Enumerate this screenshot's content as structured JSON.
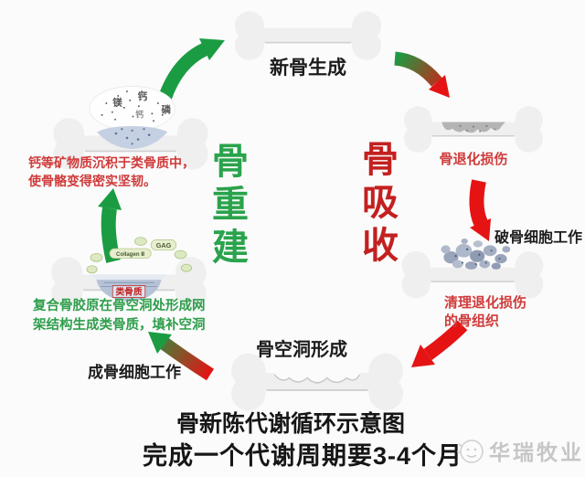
{
  "phases": {
    "rebuild": "骨重建",
    "resorb": "骨吸收"
  },
  "nodes": {
    "new_bone": {
      "label": "新骨生成"
    },
    "degraded": {
      "label": "骨退化损伤"
    },
    "osteoclast": {
      "label": "破骨细胞工作"
    },
    "cleanup": {
      "line1": "清理退化损伤",
      "line2": "的骨组织"
    },
    "cavity": {
      "label": "骨空洞形成"
    },
    "osteoblast": {
      "label": "成骨细胞工作"
    },
    "collagen_note": {
      "line1": "复合骨胶原在骨空洞处形成网",
      "line2": "架结构生成类骨质，填补空洞"
    },
    "mineral_note": {
      "line1": "钙等矿物质沉积于类骨质中，",
      "line2": "使骨骼变得密实坚韧。"
    }
  },
  "bone_tags": {
    "osteoid": "类骨质",
    "gag": "GAG",
    "collagen": "Collagen Ⅱ",
    "mineral1": "镁",
    "mineral2": "钙",
    "mineral3": "磷",
    "mineral4": "钙"
  },
  "caption": {
    "line1": "骨新陈代谢循环示意图",
    "line2": "完成一个代谢周期要3-4个月"
  },
  "watermark": {
    "brand": "华瑞牧业"
  },
  "colors": {
    "arrow_green": "#1b9c43",
    "arrow_red": "#e51313",
    "phase_green": "#2aa34c",
    "phase_red": "#c32020",
    "note_red": "#d03a3a",
    "note_green": "#2e9e4b",
    "bone_fill": "#efefef",
    "background": "#fbfbfb"
  }
}
